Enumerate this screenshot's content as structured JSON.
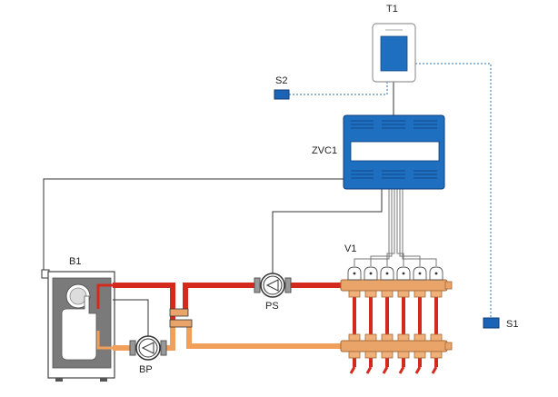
{
  "labels": {
    "thermostat": "T1",
    "room_sensor": "S2",
    "controller": "ZVC1",
    "manifold": "V1",
    "boiler": "B1",
    "system_pump": "PS",
    "boiler_pump": "BP",
    "outdoor_sensor": "S1"
  },
  "colors": {
    "supply_pipe": "#d42a1e",
    "return_pipe": "#f0a05a",
    "manifold_brass": "#e9a46a",
    "controller_blue": "#1f6fc0",
    "sensor_blue": "#1a63b5",
    "wire": "#333333",
    "dashed_wire": "#2a6fb5"
  },
  "icons": {
    "thermostat": "thermostat-icon",
    "controller": "zone-valve-controller-icon",
    "boiler": "boiler-icon",
    "pump": "circulator-pump-icon",
    "sensor": "sensor-icon",
    "actuator": "valve-actuator-icon"
  }
}
